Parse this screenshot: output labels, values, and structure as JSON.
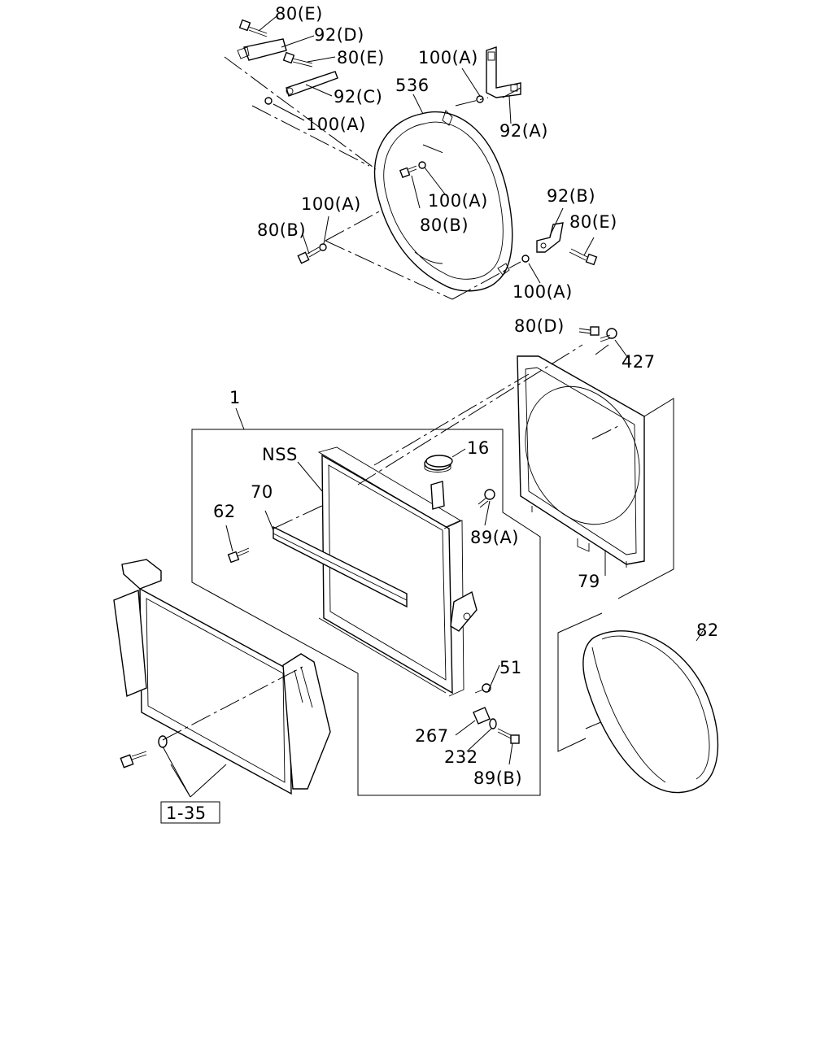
{
  "labels": {
    "l_80e_a": "80(E)",
    "l_92d": "92(D)",
    "l_80e_b": "80(E)",
    "l_100a_a": "100(A)",
    "l_536": "536",
    "l_92c": "92(C)",
    "l_100a_b": "100(A)",
    "l_92a": "92(A)",
    "l_100a_c": "100(A)",
    "l_100a_d": "100(A)",
    "l_92b": "92(B)",
    "l_80e_c": "80(E)",
    "l_80b_a": "80(B)",
    "l_80b_b": "80(B)",
    "l_100a_e": "100(A)",
    "l_80d": "80(D)",
    "l_427": "427",
    "l_1": "1",
    "l_nss": "NSS",
    "l_16": "16",
    "l_70": "70",
    "l_62": "62",
    "l_89a": "89(A)",
    "l_79": "79",
    "l_82": "82",
    "l_51": "51",
    "l_267": "267",
    "l_232": "232",
    "l_89b": "89(B)",
    "l_ref": "1-35"
  }
}
